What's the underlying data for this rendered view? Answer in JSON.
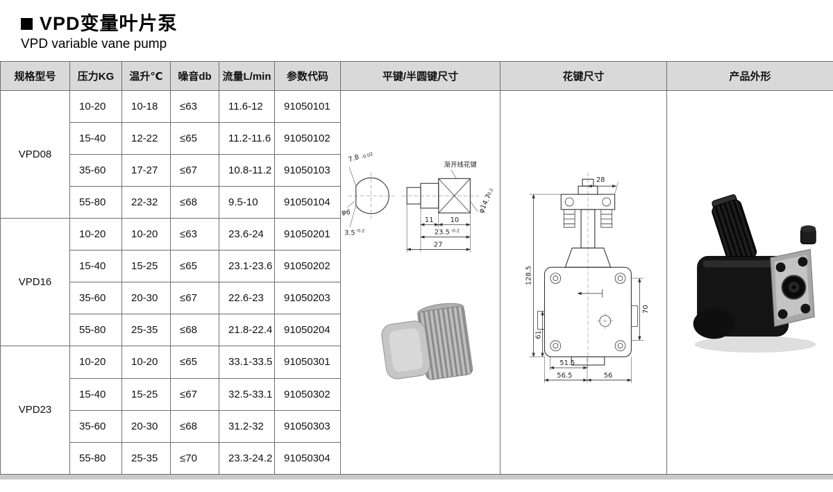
{
  "page": {
    "title_cn": "VPD变量叶片泵",
    "title_en": "VPD variable vane pump"
  },
  "table": {
    "headers": [
      "规格型号",
      "压力KG",
      "温升℃",
      "噪音db",
      "流量L/min",
      "参数代码",
      "平键/半圆键尺寸",
      "花键尺寸",
      "产品外形"
    ],
    "groups": [
      {
        "model": "VPD08",
        "rows": [
          [
            "10-20",
            "10-18",
            "≤63",
            "11.6-12",
            "91050101"
          ],
          [
            "15-40",
            "12-22",
            "≤65",
            "11.2-11.6",
            "91050102"
          ],
          [
            "35-60",
            "17-27",
            "≤67",
            "10.8-11.2",
            "91050103"
          ],
          [
            "55-80",
            "22-32",
            "≤68",
            "9.5-10",
            "91050104"
          ]
        ]
      },
      {
        "model": "VPD16",
        "rows": [
          [
            "10-20",
            "10-20",
            "≤63",
            "23.6-24",
            "91050201"
          ],
          [
            "15-40",
            "15-25",
            "≤65",
            "23.1-23.6",
            "91050202"
          ],
          [
            "35-60",
            "20-30",
            "≤67",
            "22.6-23",
            "91050203"
          ],
          [
            "55-80",
            "25-35",
            "≤68",
            "21.8-22.4",
            "91050204"
          ]
        ]
      },
      {
        "model": "VPD23",
        "rows": [
          [
            "10-20",
            "10-20",
            "≤65",
            "33.1-33.5",
            "91050301"
          ],
          [
            "15-40",
            "15-25",
            "≤67",
            "32.5-33.1",
            "91050302"
          ],
          [
            "35-60",
            "20-30",
            "≤68",
            "31.2-32",
            "91050303"
          ],
          [
            "55-80",
            "25-35",
            "≤70",
            "23.3-24.2",
            "91050304"
          ]
        ]
      }
    ]
  },
  "key_drawing": {
    "dim_width": "7.8",
    "dim_width_tol": "-0.02",
    "dim_phi6": "φ6",
    "dim_depth": "3.5",
    "dim_depth_tol": "-0.2",
    "dim_seg1": "11",
    "dim_seg2": "10",
    "dim_len1": "23.5",
    "dim_len1_tol": "-0.2",
    "dim_len2": "27",
    "dim_phi": "φ14.7",
    "dim_phi_tol": "-0.2",
    "spline_note": "渐开线花键"
  },
  "spline_drawing": {
    "dim_28": "28",
    "dim_128_5": "128.5",
    "dim_70": "70",
    "dim_61": "61",
    "dim_51_5": "51.5",
    "dim_56_5": "56.5",
    "dim_56": "56"
  }
}
